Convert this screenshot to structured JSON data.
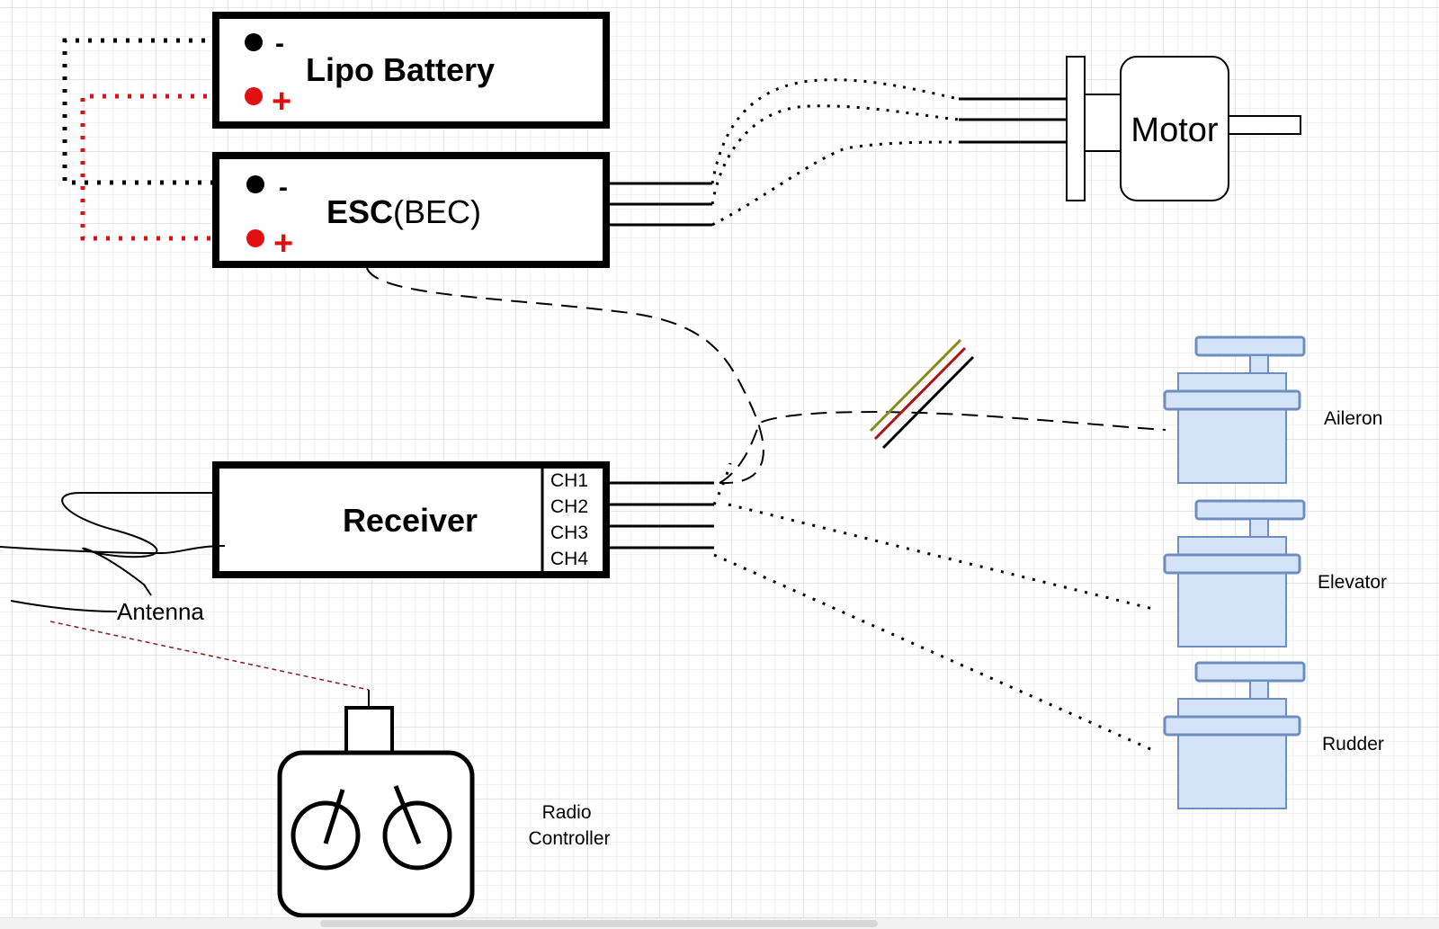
{
  "battery": {
    "title": "Lipo Battery",
    "neg_label": "-",
    "pos_label": "+"
  },
  "esc": {
    "title_bold": "ESC",
    "title_rest": "(BEC)",
    "neg_label": "-",
    "pos_label": "+"
  },
  "motor": {
    "label": "Motor"
  },
  "receiver": {
    "title": "Receiver",
    "channels": [
      "CH1",
      "CH2",
      "CH3",
      "CH4"
    ]
  },
  "antenna": {
    "label": "Antenna"
  },
  "radio": {
    "line1": "Radio",
    "line2": "Controller"
  },
  "servos": [
    {
      "label": "Aileron"
    },
    {
      "label": "Elevator"
    },
    {
      "label": "Rudder"
    }
  ],
  "colors": {
    "negative": "#000000",
    "positive": "#e01010",
    "servo_fill": "#d4e3f7",
    "servo_stroke": "#6d8ebf",
    "wire_olive": "#8a8a1a",
    "wire_red": "#b01010",
    "radio_link": "#8b1a1a"
  }
}
